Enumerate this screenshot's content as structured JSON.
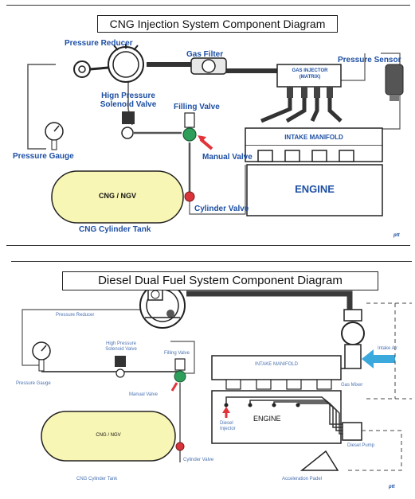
{
  "diagram1": {
    "title": "CNG Injection System Component Diagram",
    "labels": {
      "pressure_reducer": "Pressure Reducer",
      "gas_filter": "Gas Filter",
      "gas_injector_line1": "GAS INJECTOR",
      "gas_injector_line2": "(MATRIX)",
      "pressure_sensor": "Pressure Sensor",
      "hp_solenoid_line1": "Hign Pressure",
      "hp_solenoid_line2": "Solenoid Valve",
      "filling_valve": "Filling Valve",
      "pressure_gauge": "Pressure Gauge",
      "intake_manifold": "INTAKE MANIFOLD",
      "manual_valve": "Manual Valve",
      "engine": "ENGINE",
      "tank": "CNG / NGV",
      "cylinder_valve": "Cylinder Valve",
      "tank_caption": "CNG Cylinder Tank",
      "logo": "ptt"
    }
  },
  "diagram2": {
    "title": "Diesel Dual Fuel System Component Diagram",
    "labels": {
      "pressure_reducer": "Pressure Reducer",
      "hp_solenoid_line1": "High Pressure",
      "hp_solenoid_line2": "Solenoid Valve",
      "filling_valve": "Filling Valve",
      "intake_manifold": "INTAKE MANIFOLD",
      "intake_air": "Intake Air",
      "gas_mixer": "Gas Mixer",
      "pressure_gauge": "Pressure Gauge",
      "manual_valve": "Manual Valve",
      "engine": "ENGINE",
      "diesel_injector_line1": "Diesel",
      "diesel_injector_line2": "Injector",
      "diesel_pump": "Diesel Pump",
      "tank": "CNG / NGV",
      "cylinder_valve": "Cylinder Valve",
      "tank_caption": "CNG Cylinder Tank",
      "accel_pedal": "Acceleration Padel",
      "logo": "ptt"
    }
  },
  "colors": {
    "label": "#1d4fa3",
    "tank_fill": "#f8f6b4",
    "valve_green": "#2e9e5b",
    "valve_red": "#d9343a",
    "arrow_red": "#e2333a",
    "intake_air_arrow": "#3ba9dc",
    "pipe_dark": "#3a3a3a"
  }
}
